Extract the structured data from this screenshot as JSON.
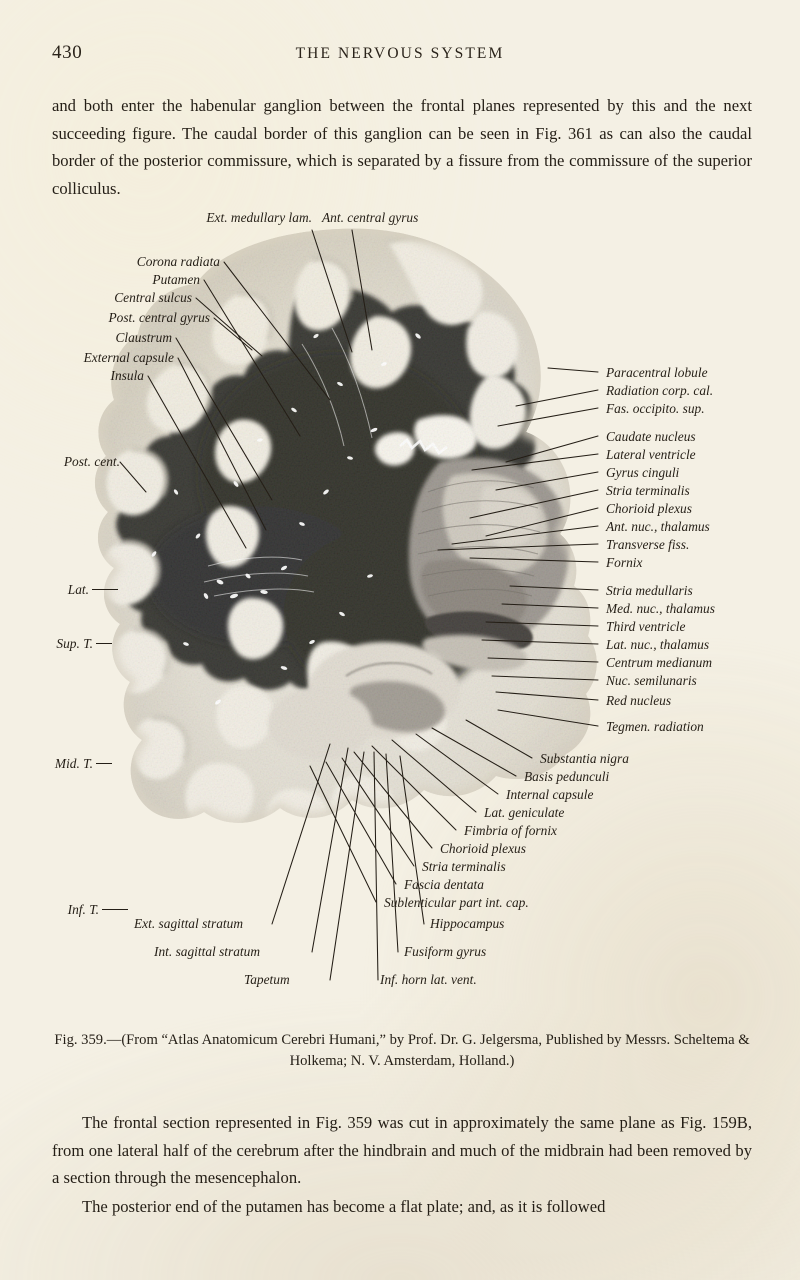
{
  "page": {
    "folio": "430",
    "running_title": "THE NERVOUS SYSTEM",
    "paper_color": "#f4f0e4",
    "ink_color": "#241e16"
  },
  "body": {
    "paragraph_top": "and both enter the habenular ganglion between the frontal planes represented by this and the next succeeding figure.  The caudal border of this ganglion can be seen in Fig. 361 as can also the caudal border of the posterior commissure, which is separated by a fissure from the commissure of the superior colliculus.",
    "paragraph_bottom_1": "The frontal section represented in Fig. 359 was cut in approximately the same plane as Fig. 159B, from one lateral half of the cerebrum after the hindbrain and much of the midbrain had been removed by a section through the mesencephalon.",
    "paragraph_bottom_2": "The posterior end of the putamen has become a flat plate; and, as it is followed"
  },
  "figure": {
    "caption": "Fig. 359.—(From “Atlas Anatomicum Cerebri Humani,” by Prof. Dr. G. Jelgersma, Published by Messrs. Scheltema & Holkema; N. V. Amsterdam, Holland.)",
    "top_labels": [
      {
        "id": "ext-medullary-lam",
        "text": "Ext. medullary lam."
      },
      {
        "id": "ant-central-gyrus",
        "text": "Ant. central gyrus"
      }
    ],
    "left_labels": [
      {
        "id": "corona-radiata",
        "text": "Corona radiata"
      },
      {
        "id": "putamen",
        "text": "Putamen"
      },
      {
        "id": "central-sulcus",
        "text": "Central sulcus"
      },
      {
        "id": "post-central-gyrus",
        "text": "Post. central gyrus"
      },
      {
        "id": "claustrum",
        "text": "Claustrum"
      },
      {
        "id": "external-capsule",
        "text": "External capsule"
      },
      {
        "id": "insula",
        "text": "Insula"
      },
      {
        "id": "post-cent",
        "text": "Post. cent."
      },
      {
        "id": "lat",
        "text": "Lat."
      },
      {
        "id": "sup-t",
        "text": "Sup. T."
      },
      {
        "id": "mid-t",
        "text": "Mid. T."
      },
      {
        "id": "inf-t",
        "text": "Inf. T."
      }
    ],
    "right_labels": [
      {
        "id": "paracentral-lobule",
        "text": "Paracentral lobule"
      },
      {
        "id": "radiation-corp-cal",
        "text": "Radiation corp. cal."
      },
      {
        "id": "fas-occipito-sup",
        "text": "Fas. occipito. sup."
      },
      {
        "id": "caudate-nucleus",
        "text": "Caudate nucleus"
      },
      {
        "id": "lateral-ventricle",
        "text": "Lateral ventricle"
      },
      {
        "id": "gyrus-cinguli",
        "text": "Gyrus cinguli"
      },
      {
        "id": "stria-terminalis-up",
        "text": "Stria terminalis"
      },
      {
        "id": "chorioid-plexus-up",
        "text": "Chorioid plexus"
      },
      {
        "id": "ant-nuc-thalamus",
        "text": "Ant. nuc., thalamus"
      },
      {
        "id": "transverse-fiss",
        "text": "Transverse fiss."
      },
      {
        "id": "fornix",
        "text": "Fornix"
      },
      {
        "id": "stria-medullaris",
        "text": "Stria medullaris"
      },
      {
        "id": "med-nuc-thalamus",
        "text": "Med. nuc., thalamus"
      },
      {
        "id": "third-ventricle",
        "text": "Third ventricle"
      },
      {
        "id": "lat-nuc-thalamus",
        "text": "Lat. nuc., thalamus"
      },
      {
        "id": "centrum-medianum",
        "text": "Centrum medianum"
      },
      {
        "id": "nuc-semilunaris",
        "text": "Nuc. semilunaris"
      },
      {
        "id": "red-nucleus",
        "text": "Red nucleus"
      },
      {
        "id": "tegmen-radiation",
        "text": "Tegmen. radiation"
      }
    ],
    "diagonal_labels": [
      {
        "id": "substantia-nigra",
        "text": "Substantia nigra"
      },
      {
        "id": "basis-pedunculi",
        "text": "Basis pedunculi"
      },
      {
        "id": "internal-capsule",
        "text": "Internal capsule"
      },
      {
        "id": "lat-geniculate",
        "text": "Lat. geniculate"
      },
      {
        "id": "fimbria-of-fornix",
        "text": "Fimbria of fornix"
      },
      {
        "id": "chorioid-plexus-low",
        "text": "Chorioid plexus"
      },
      {
        "id": "stria-terminalis-low",
        "text": "Stria terminalis"
      },
      {
        "id": "fascia-dentata",
        "text": "Fascia dentata"
      },
      {
        "id": "sublenticular-part",
        "text": "Sublenticular part int. cap."
      }
    ],
    "bottom_labels": [
      {
        "id": "ext-sagittal-stratum",
        "text": "Ext. sagittal stratum"
      },
      {
        "id": "int-sagittal-stratum",
        "text": "Int. sagittal stratum"
      },
      {
        "id": "tapetum",
        "text": "Tapetum"
      },
      {
        "id": "hippocampus",
        "text": "Hippocampus"
      },
      {
        "id": "fusiform-gyrus",
        "text": "Fusiform gyrus"
      },
      {
        "id": "inf-horn-lat-vent",
        "text": "Inf. horn lat. vent."
      }
    ]
  }
}
